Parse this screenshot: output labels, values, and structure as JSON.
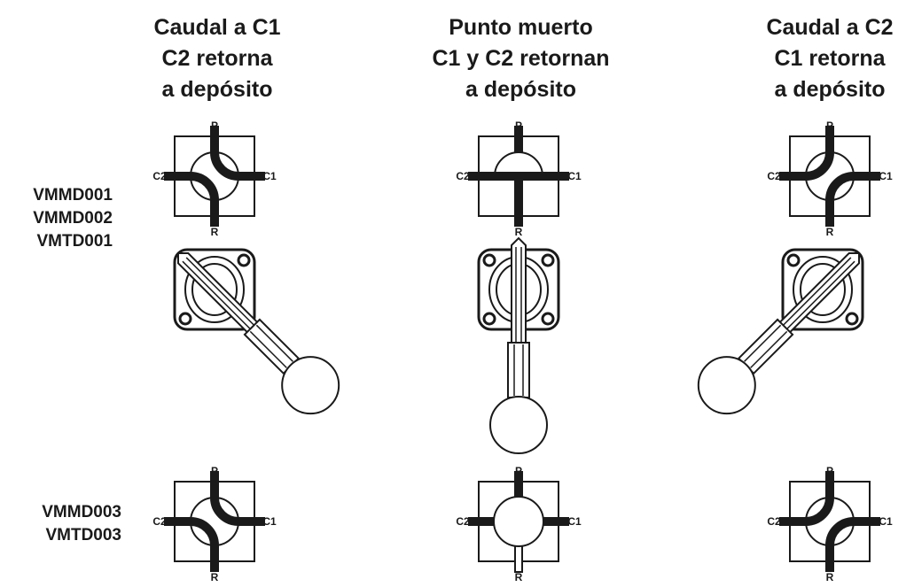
{
  "columns": [
    {
      "title_lines": [
        "Caudal a C1",
        "C2 retorna",
        "a depósito"
      ]
    },
    {
      "title_lines": [
        "Punto muerto",
        "C1 y C2 retornan",
        "a depósito"
      ]
    },
    {
      "title_lines": [
        "Caudal a C2",
        "C1 retorna",
        "a depósito"
      ]
    }
  ],
  "model_groups": [
    {
      "models": [
        "VMMD001",
        "VMMD002",
        "VMTD001"
      ]
    },
    {
      "models": [
        "VMMD003",
        "VMTD003"
      ]
    }
  ],
  "ports": {
    "pressure": "P",
    "return": "R",
    "port1": "C1",
    "port2": "C2"
  },
  "colors": {
    "ink": "#1a1a1a",
    "background": "#ffffff"
  }
}
